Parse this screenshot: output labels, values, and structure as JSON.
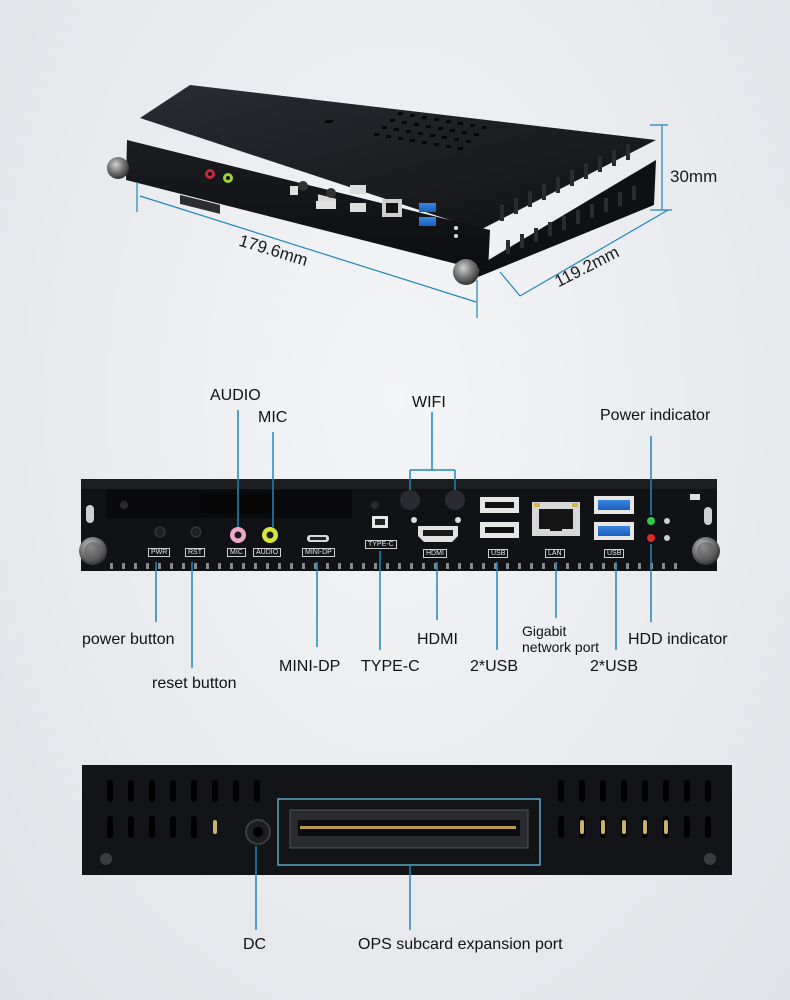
{
  "dimensions": {
    "width": "179.6mm",
    "depth": "119.2mm",
    "height": "30mm"
  },
  "front_panel": {
    "labels": {
      "audio": "AUDIO",
      "mic": "MIC",
      "wifi": "WIFI",
      "power_indicator": "Power indicator",
      "power_button": "power button",
      "reset_button": "reset button",
      "mini_dp": "MINI-DP",
      "type_c": "TYPE-C",
      "hdmi": "HDMI",
      "usb_left": "2*USB",
      "gigabit_line1": "Gigabit",
      "gigabit_line2": "network port",
      "usb_right": "2*USB",
      "hdd_indicator": "HDD indicator"
    },
    "silkscreen": {
      "pwr": "PWR",
      "rst": "RST",
      "mic": "MIC",
      "audio": "AUDIO",
      "mini_dp": "MINI-DP",
      "type_c": "TYPE-C",
      "hdmi": "HDMI",
      "usb": "USB",
      "lan": "LAN",
      "usb2": "USB"
    }
  },
  "back_panel": {
    "labels": {
      "dc": "DC",
      "ops": "OPS subcard expansion port"
    }
  },
  "colors": {
    "leader_line": "#1f87b8",
    "chassis": "#141518",
    "ops_box": "#5aa6c8"
  }
}
